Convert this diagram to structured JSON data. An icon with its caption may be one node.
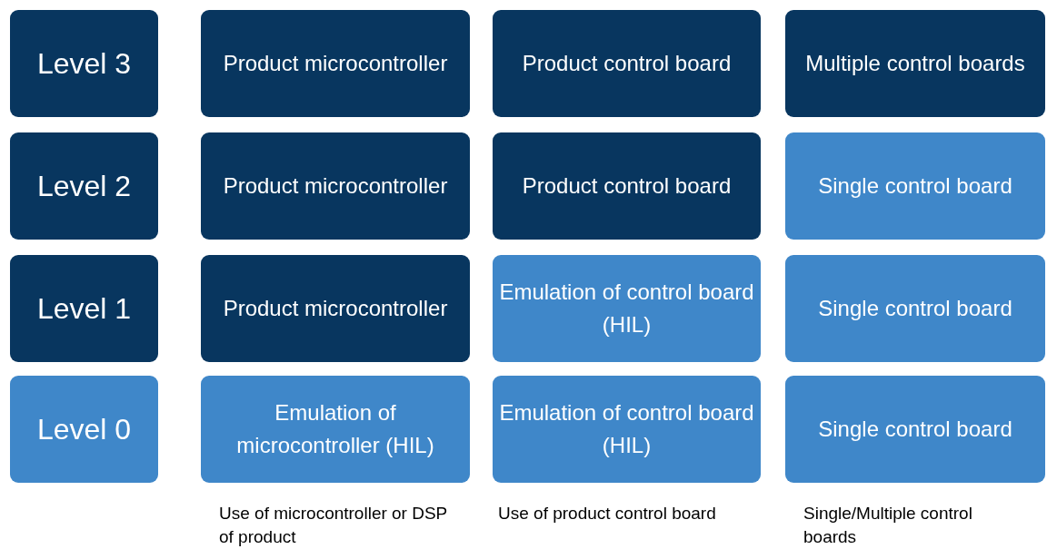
{
  "diagram": {
    "nodes": [
      {
        "text": [
          "Level 3"
        ]
      },
      {
        "text": [
          "Product microcontroller"
        ]
      },
      {
        "text": [
          "Product control board"
        ]
      },
      {
        "text": [
          "Multiple control boards"
        ]
      },
      {
        "text": [
          "Level 2"
        ]
      },
      {
        "text": [
          "Product microcontroller"
        ]
      },
      {
        "text": [
          "Product control board"
        ]
      },
      {
        "text": [
          "Single control board"
        ]
      },
      {
        "text": [
          "Level 1"
        ]
      },
      {
        "text": [
          "Product microcontroller"
        ]
      },
      {
        "text": [
          "Emulation of control board (HIL)"
        ]
      },
      {
        "text": [
          "Single control board"
        ]
      },
      {
        "text": [
          "Level 0"
        ]
      },
      {
        "text": [
          "Emulation of microcontroller (HIL)"
        ]
      },
      {
        "text": [
          "Emulation of control board (HIL)"
        ]
      },
      {
        "text": [
          "Single control board"
        ]
      }
    ],
    "labels": [
      "Use of microcontroller or DSP of product",
      "Use of product control board",
      "Single/Multiple control boards"
    ]
  }
}
